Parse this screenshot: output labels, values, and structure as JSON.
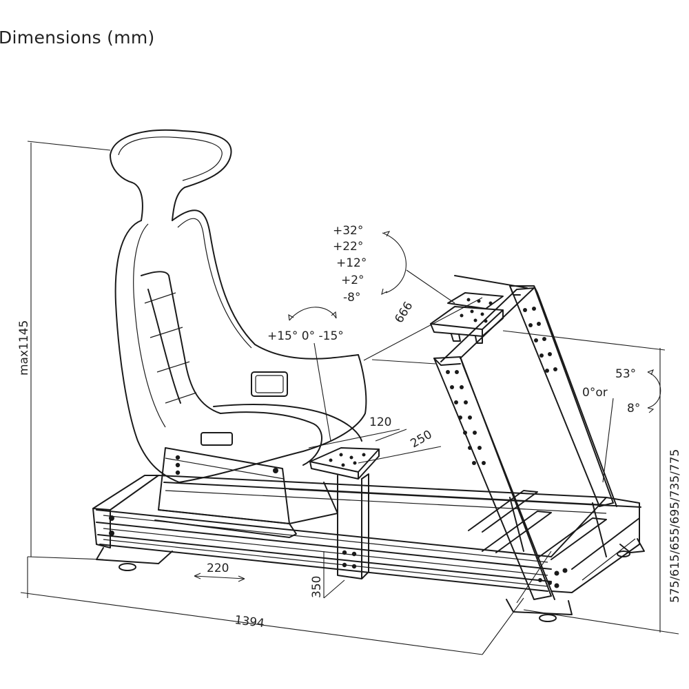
{
  "title": "Dimensions (mm)",
  "dimensions": {
    "height": "max1145",
    "length": "1394",
    "slide": "220",
    "pedal_height": "350",
    "wheel_depth": "666",
    "plate_a": "120",
    "plate_b": "250",
    "front_height": "575/615/655/695/735/775"
  },
  "angles": {
    "wheel_tilt": [
      "+32°",
      "+22°",
      "+12°",
      "+2°",
      "-8°"
    ],
    "shifter_rotation": "+15° 0° -15°",
    "pedal_top": "53°",
    "pedal_mid": "0°or",
    "pedal_low": "8°"
  }
}
